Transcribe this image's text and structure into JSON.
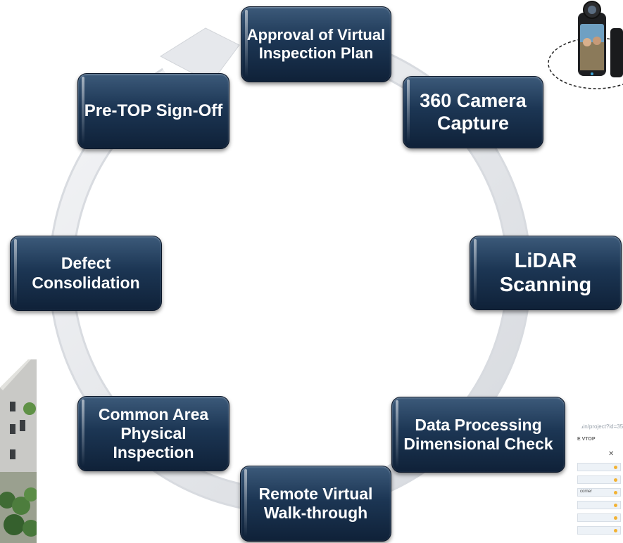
{
  "diagram": {
    "steps": [
      {
        "id": "approval",
        "label": "Approval of Virtual Inspection Plan"
      },
      {
        "id": "camera",
        "label": "360 Camera Capture"
      },
      {
        "id": "lidar",
        "label": "LiDAR Scanning"
      },
      {
        "id": "data",
        "label": "Data Processing Dimensional Check"
      },
      {
        "id": "remote",
        "label": "Remote Virtual Walk-through"
      },
      {
        "id": "common",
        "label": "Common Area Physical Inspection"
      },
      {
        "id": "defect",
        "label": "Defect Consolidation"
      },
      {
        "id": "pretop",
        "label": "Pre-TOP Sign-Off"
      }
    ],
    "flow": "clockwise",
    "colors": {
      "node": "#1c3654",
      "ring": "#e4e6ea",
      "text": "#ffffff"
    }
  },
  "app_screen": {
    "url_fragment": "ain/project?id=35",
    "title_fragment": "E VTOP",
    "close_icon": "close-icon",
    "row_item": "corner"
  }
}
